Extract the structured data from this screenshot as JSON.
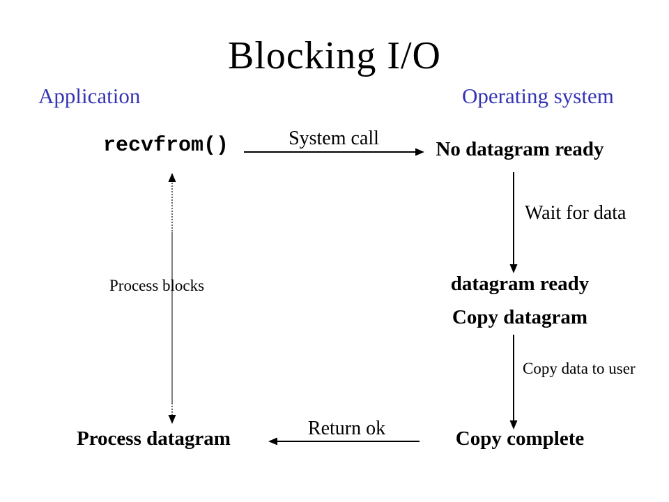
{
  "slide": {
    "title": "Blocking I/O",
    "left_column_header": "Application",
    "right_column_header": "Operating system",
    "nodes": {
      "recvfrom": "recvfrom()",
      "no_datagram_ready": "No datagram ready",
      "datagram_ready": "datagram ready",
      "copy_datagram": "Copy datagram",
      "process_datagram": "Process datagram",
      "copy_complete": "Copy complete"
    },
    "labels": {
      "system_call": "System call",
      "wait_for_data": "Wait for data",
      "process_blocks": "Process blocks",
      "copy_data_to_user": "Copy data to user",
      "return_ok": "Return ok"
    },
    "colors": {
      "header_blue": "#3333b3",
      "text": "#000000",
      "blocking_line_gray": "#4a4a4a"
    }
  }
}
